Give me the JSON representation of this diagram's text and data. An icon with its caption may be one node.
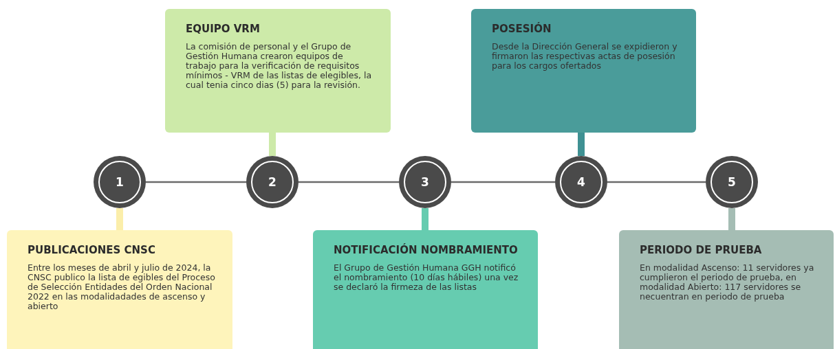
{
  "diagram": {
    "nodes": [
      {
        "text": [
          "1"
        ]
      },
      {
        "text": [
          "2"
        ]
      },
      {
        "text": [
          "3"
        ]
      },
      {
        "text": [
          "4"
        ]
      },
      {
        "text": [
          "5"
        ]
      },
      {
        "text": [
          "PUBLICACIONES CNSC",
          "Entre los meses de abril y julio de 2024, la CNSC publico la lista de egibles del Proceso de Selección Entidades del Orden Nacional 2022 en las modalidadades de ascenso y abierto"
        ]
      },
      {
        "text": [
          "EQUIPO VRM",
          "La comisión de personal y el Grupo de Gestión Humana crearon equipos de trabajo para la verificación de requisitos mínimos - VRM de las listas de elegibles, la cual tenia cinco dias (5) para la revisión."
        ]
      },
      {
        "text": [
          "NOTIFICACIÓN NOMBRAMIENTO",
          "El Grupo de Gestión Humana  GGH notificó el nombramiento (10 días hábiles) una vez se declaró la firmeza de las listas"
        ]
      },
      {
        "text": [
          "POSESIÓN",
          "Desde la Dirección General se expidieron y firmaron las respectivas actas de posesión para los cargos ofertados"
        ]
      },
      {
        "text": [
          "PERIODO DE PRUEBA",
          "En modalidad Ascenso: 11 servidores ya cumplieron el periodo de prueba, en modalidad Abierto: 117 servidores se necuentran en periodo de prueba"
        ]
      }
    ],
    "edges": [
      {
        "from": 0,
        "to": 1,
        "arrow": "none"
      },
      {
        "from": 1,
        "to": 2,
        "arrow": "none"
      },
      {
        "from": 2,
        "to": 3,
        "arrow": "none"
      },
      {
        "from": 3,
        "to": 4,
        "arrow": "none"
      },
      {
        "from": 5,
        "to": 0,
        "arrow": "none",
        "color": "#fbeeaa"
      },
      {
        "from": 6,
        "to": 1,
        "arrow": "none",
        "color": "#cdeaa9"
      },
      {
        "from": 7,
        "to": 2,
        "arrow": "none",
        "color": "#66ccb0"
      },
      {
        "from": 8,
        "to": 3,
        "arrow": "none",
        "color": "#3f9193"
      },
      {
        "from": 9,
        "to": 4,
        "arrow": "none",
        "color": "#a5bdb4"
      }
    ]
  }
}
